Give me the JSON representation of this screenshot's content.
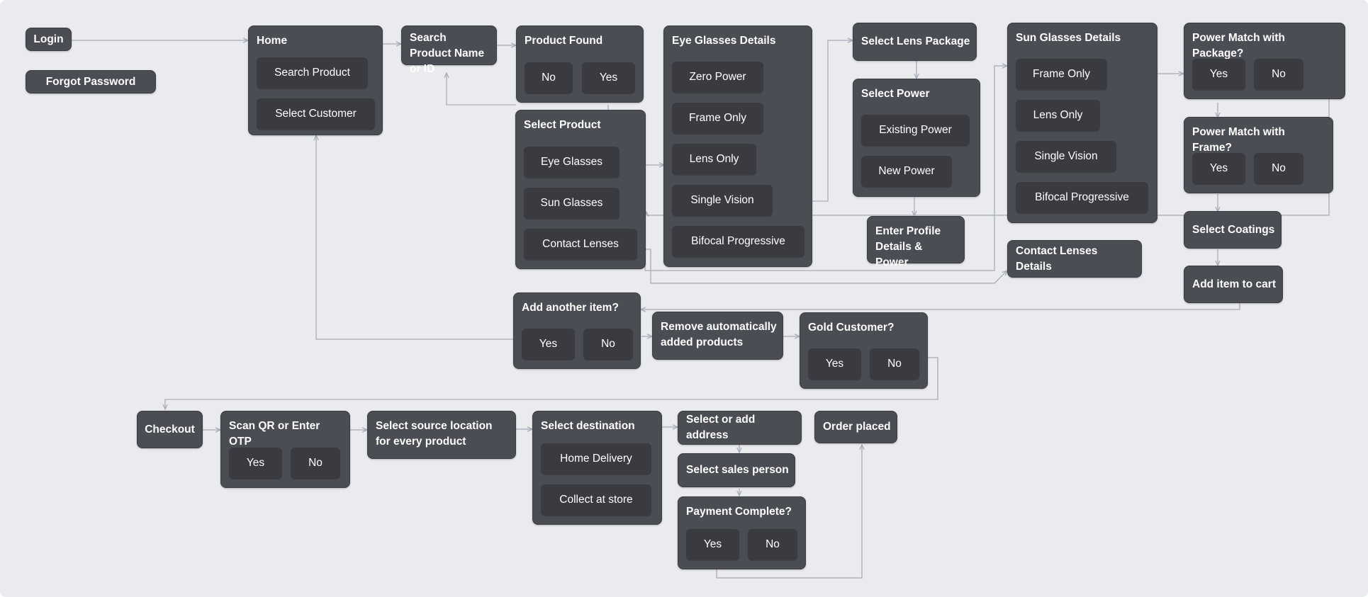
{
  "colors": {
    "canvas": "#e9ebef",
    "node": "#4a4d53",
    "option": "#393b40",
    "connector": "#a7abb8",
    "text": "#ffffff"
  },
  "nodes": {
    "login": "Login",
    "forgot_password": "Forgot Password",
    "home": {
      "title": "Home",
      "options": [
        "Search Product",
        "Select Customer"
      ]
    },
    "search_product": "Search Product Name or ID",
    "product_found": {
      "title": "Product Found",
      "options": [
        "No",
        "Yes"
      ]
    },
    "select_product": {
      "title": "Select Product",
      "options": [
        "Eye Glasses",
        "Sun Glasses",
        "Contact Lenses"
      ]
    },
    "eye_glasses_details": {
      "title": "Eye Glasses Details",
      "options": [
        "Zero Power",
        "Frame Only",
        "Lens Only",
        "Single Vision",
        "Bifocal Progressive"
      ]
    },
    "select_lens_package": "Select Lens Package",
    "select_power": {
      "title": "Select Power",
      "options": [
        "Existing Power",
        "New Power"
      ]
    },
    "enter_profile": "Enter Profile Details & Power",
    "sun_glasses_details": {
      "title": "Sun Glasses Details",
      "options": [
        "Frame Only",
        "Lens Only",
        "Single Vision",
        "Bifocal Progressive"
      ]
    },
    "contact_lenses_details": "Contact Lenses Details",
    "power_match_package": {
      "title": "Power Match with Package?",
      "options": [
        "Yes",
        "No"
      ]
    },
    "power_match_frame": {
      "title": "Power Match with Frame?",
      "options": [
        "Yes",
        "No"
      ]
    },
    "select_coatings": "Select Coatings",
    "add_item_to_cart": "Add item to cart",
    "add_another_item": {
      "title": "Add another item?",
      "options": [
        "Yes",
        "No"
      ]
    },
    "remove_auto_added": "Remove automatically added products",
    "gold_customer": {
      "title": "Gold Customer?",
      "options": [
        "Yes",
        "No"
      ]
    },
    "checkout": "Checkout",
    "scan_qr": {
      "title": "Scan QR or Enter OTP",
      "options": [
        "Yes",
        "No"
      ]
    },
    "select_source_location": "Select source location for every product",
    "select_destination": {
      "title": "Select destination",
      "options": [
        "Home Delivery",
        "Collect at store"
      ]
    },
    "select_address": "Select or add address",
    "select_sales_person": "Select sales person",
    "payment_complete": {
      "title": "Payment Complete?",
      "options": [
        "Yes",
        "No"
      ]
    },
    "order_placed": "Order placed"
  }
}
